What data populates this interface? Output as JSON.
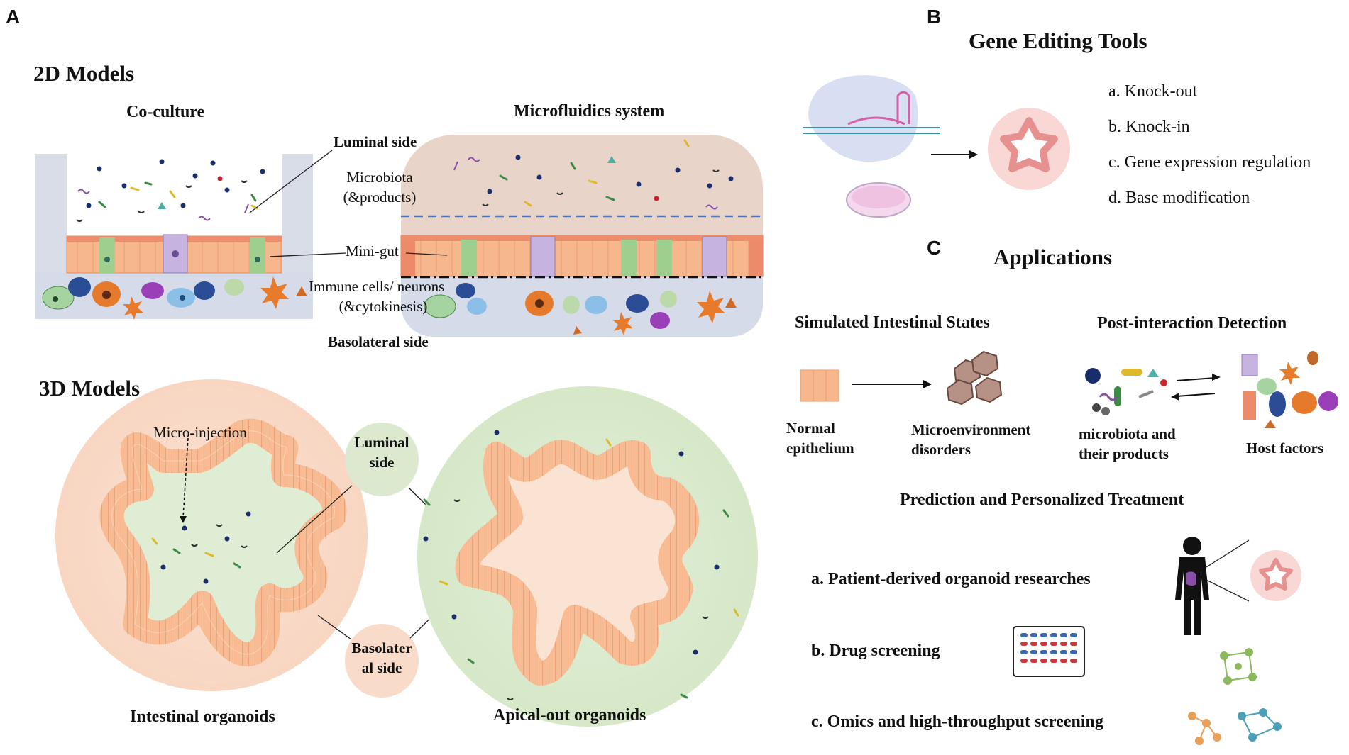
{
  "panels": {
    "a": "A",
    "b": "B",
    "c": "C"
  },
  "panel_a": {
    "models_2d": "2D Models",
    "coculture": "Co-culture",
    "microfluidics": "Microfluidics system",
    "luminal_side": "Luminal side",
    "microbiota": "Microbiota",
    "microbiota_products": "(&products)",
    "mini_gut": "Mini-gut",
    "immune": "Immune cells/ neurons",
    "immune_cyto": "(&cytokinesis)",
    "basolateral_side": "Basolateral side",
    "models_3d": "3D Models",
    "micro_injection": "Micro-injection",
    "luminal_bubble_1": "Luminal",
    "luminal_bubble_2": "side",
    "baso_bubble_1": "Basolater",
    "baso_bubble_2": "al side",
    "intestinal_organoids": "Intestinal organoids",
    "apical_out": "Apical-out organoids"
  },
  "panel_b": {
    "title": "Gene Editing Tools",
    "items": [
      "a. Knock-out",
      "b. Knock-in",
      "c. Gene expression regulation",
      "d. Base modification"
    ]
  },
  "panel_c": {
    "title": "Applications",
    "simulated": "Simulated Intestinal States",
    "post_interaction": "Post-interaction Detection",
    "normal_1": "Normal",
    "normal_2": "epithelium",
    "micro_1": "Microenvironment",
    "micro_2": "disorders",
    "microbiota_1": "microbiota and",
    "microbiota_2": "their products",
    "host_factors": "Host factors",
    "prediction": "Prediction and Personalized Treatment",
    "items": [
      "a.  Patient-derived  organoid researches",
      "b.  Drug screening",
      "c.  Omics and high-throughput screening"
    ]
  },
  "colors": {
    "membrane_grey": "#d9dde8",
    "epithelium_orange": "#f6b78d",
    "epithelium_red": "#ec8a6a",
    "goblet_green": "#9fcf8e",
    "paneth_purple": "#c6b3e0",
    "organoid_peach": "#fbe3d4",
    "organoid_green": "#deecd2",
    "microfluid_top": "#e8d4c9",
    "microfluid_bottom": "#d6dbea",
    "dashed_blue": "#4a74c7"
  }
}
